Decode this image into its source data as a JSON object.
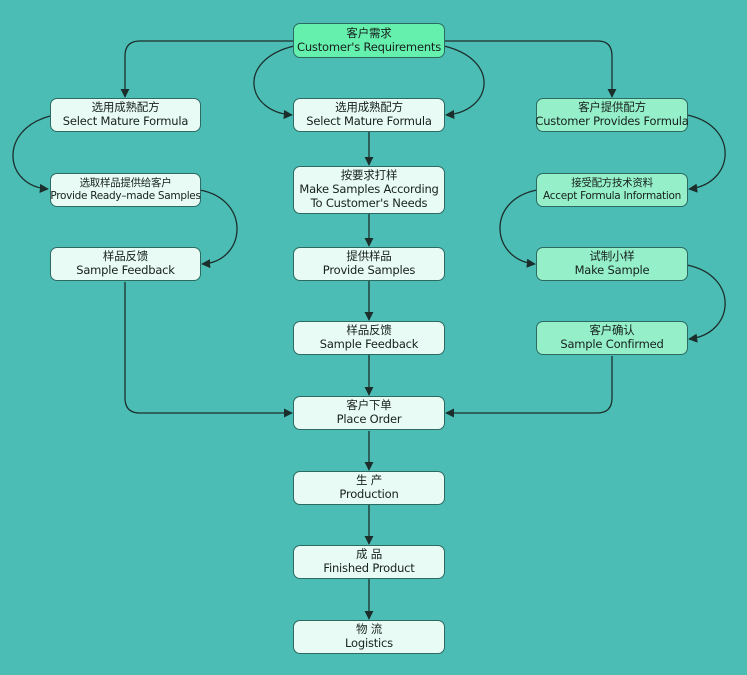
{
  "colors": {
    "background": "#4bbdb5",
    "node_light": "#e9fbf5",
    "node_green": "#95f0c9",
    "node_top": "#66f0ad",
    "connector": "#1c2e2b"
  },
  "nodes": {
    "requirements": {
      "zh": "客户需求",
      "en": "Customer's Requirements"
    },
    "left_select": {
      "zh": "选用成熟配方",
      "en": "Select Mature Formula"
    },
    "center_select": {
      "zh": "选用成熟配方",
      "en": "Select Mature Formula"
    },
    "right_provides": {
      "zh": "客户提供配方",
      "en": "Customer Provides Formula"
    },
    "left_readymade": {
      "zh": "选取样品提供给客户",
      "en": "Provide Ready–made Samples"
    },
    "center_make": {
      "zh": "按要求打样",
      "en1": "Make Samples According",
      "en2": "To Customer's Needs"
    },
    "right_accept": {
      "zh": "接受配方技术资料",
      "en": "Accept Formula Information"
    },
    "left_feedback": {
      "zh": "样品反馈",
      "en": "Sample Feedback"
    },
    "center_provide": {
      "zh": "提供样品",
      "en": "Provide Samples"
    },
    "right_make": {
      "zh": "试制小样",
      "en": "Make Sample"
    },
    "center_feedback": {
      "zh": "样品反馈",
      "en": "Sample Feedback"
    },
    "right_confirmed": {
      "zh": "客户确认",
      "en": "Sample Confirmed"
    },
    "order": {
      "zh": "客户下单",
      "en": "Place Order"
    },
    "production": {
      "zh": "生 产",
      "en": "Production"
    },
    "finished": {
      "zh": "成 品",
      "en": "Finished Product"
    },
    "logistics": {
      "zh": "物 流",
      "en": "Logistics"
    }
  }
}
